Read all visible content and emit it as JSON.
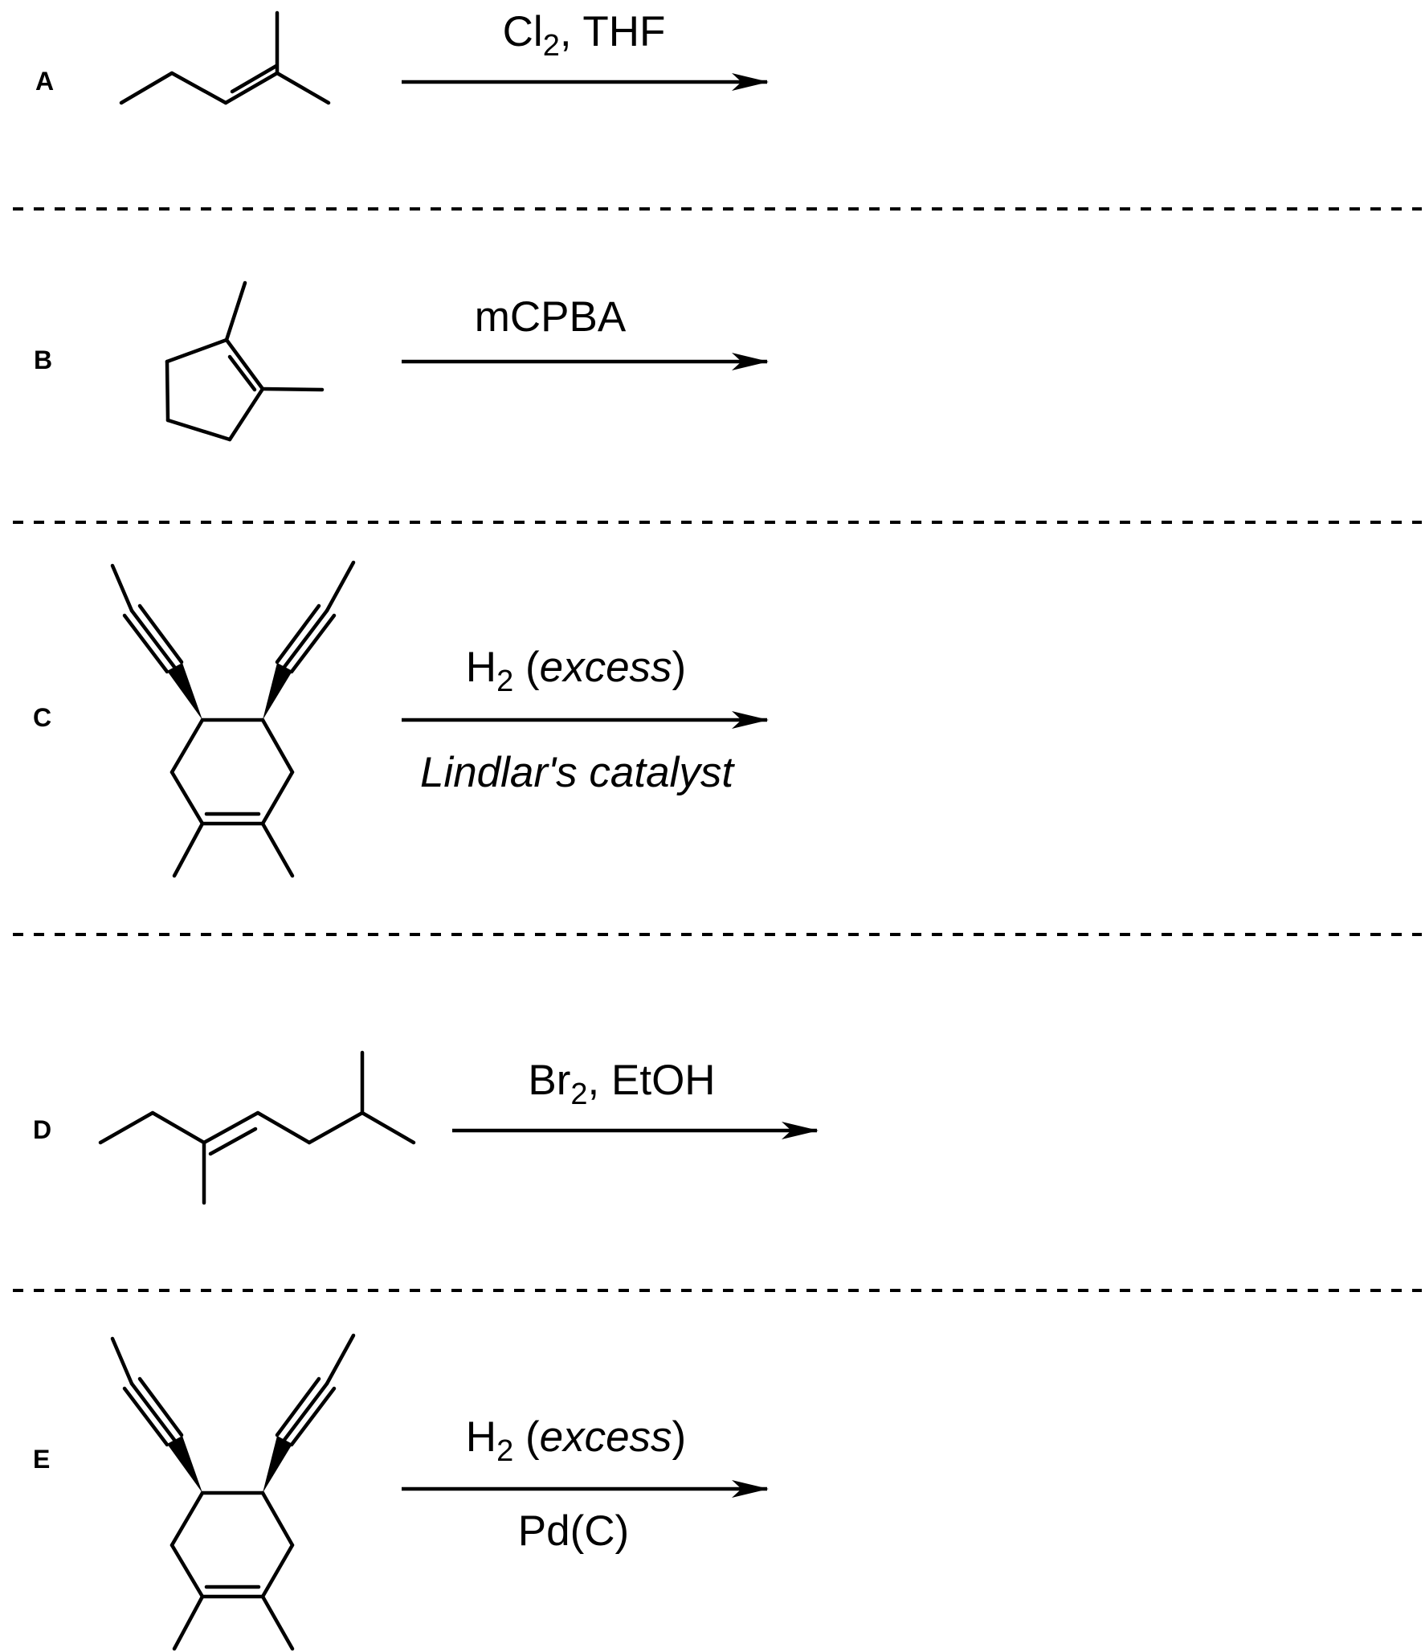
{
  "rows": [
    {
      "label": "A",
      "above": [
        {
          "text": "Cl"
        },
        {
          "text": "2",
          "sub": true
        },
        {
          "text": ", THF"
        }
      ],
      "below": []
    },
    {
      "label": "B",
      "above": [
        {
          "text": "mCPBA"
        }
      ],
      "below": []
    },
    {
      "label": "C",
      "above": [
        {
          "text": "H"
        },
        {
          "text": "2",
          "sub": true
        },
        {
          "text": " ("
        },
        {
          "text": "excess",
          "italic": true
        },
        {
          "text": ")"
        }
      ],
      "below": [
        {
          "text": "Lindlar's catalyst",
          "italic": true
        }
      ]
    },
    {
      "label": "D",
      "above": [
        {
          "text": "Br"
        },
        {
          "text": "2",
          "sub": true
        },
        {
          "text": ", EtOH"
        }
      ],
      "below": []
    },
    {
      "label": "E",
      "above": [
        {
          "text": "H"
        },
        {
          "text": "2",
          "sub": true
        },
        {
          "text": " ("
        },
        {
          "text": "excess",
          "italic": true
        },
        {
          "text": ")"
        }
      ],
      "below": [
        {
          "text": "Pd(C)"
        }
      ]
    }
  ]
}
